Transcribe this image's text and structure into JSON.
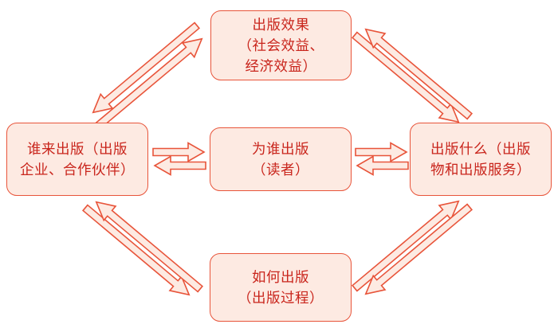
{
  "nodes": {
    "top": {
      "lines": [
        "出版效果",
        "（社会效益、",
        "经济效益）"
      ]
    },
    "left": {
      "lines": [
        "谁来出版（出版",
        "企业、合作伙伴）"
      ]
    },
    "center": {
      "lines": [
        "为谁出版",
        "（读者）"
      ]
    },
    "right": {
      "lines": [
        "出版什么（出版",
        "物和出版服务）"
      ]
    },
    "bottom": {
      "lines": [
        "如何出版",
        "（出版过程）"
      ]
    }
  },
  "colors": {
    "box_fill": "#fdeae2",
    "box_border": "#e8543a",
    "text": "#c9251c",
    "arrow_fill": "#fdeae2",
    "arrow_border": "#e8543a"
  }
}
